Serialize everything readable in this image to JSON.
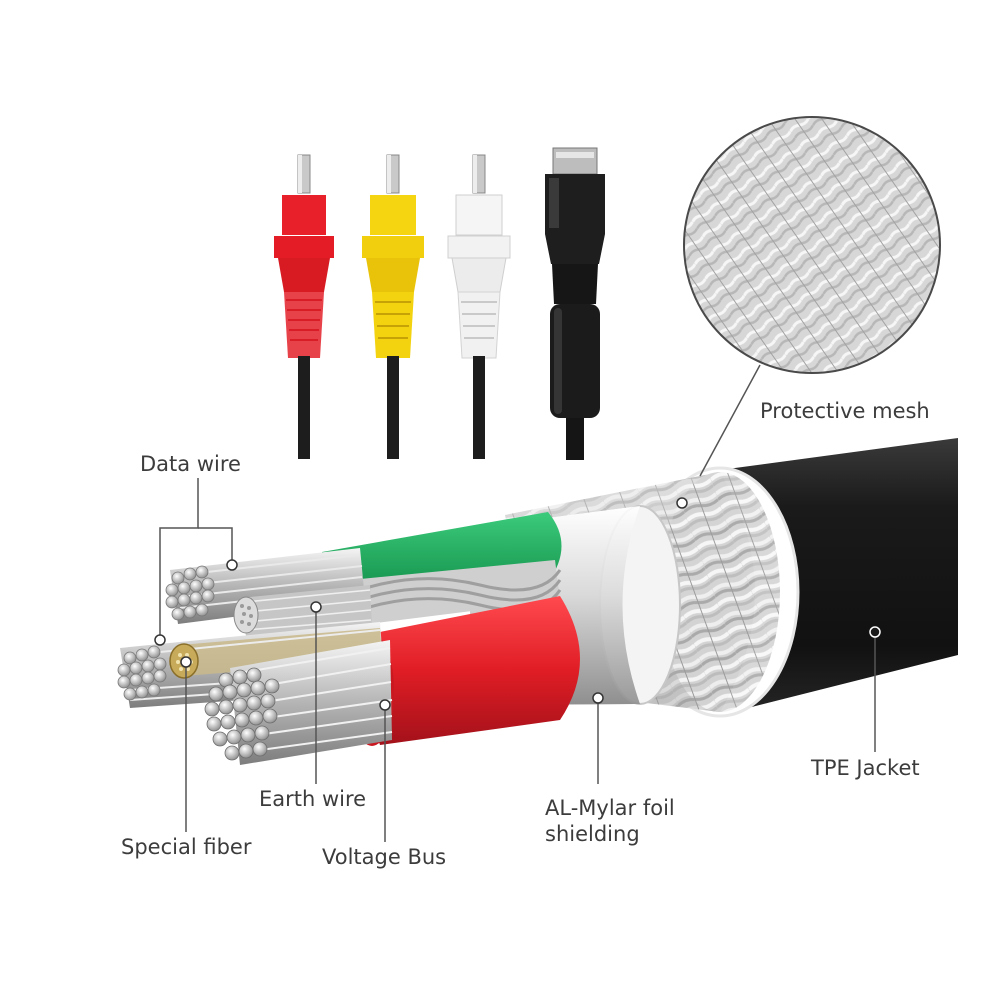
{
  "labels": {
    "protective_mesh": "Protective mesh",
    "data_wire": "Data wire",
    "tpe_jacket": "TPE Jacket",
    "earth_wire": "Earth wire",
    "foil_line1": "AL-Mylar foil",
    "foil_line2": "shielding",
    "special_fiber": "Special fiber",
    "voltage_bus": "Voltage Bus"
  },
  "plugs": [
    {
      "name": "red-rca-plug",
      "color": "#e8202a"
    },
    {
      "name": "yellow-rca-plug",
      "color": "#f5d511"
    },
    {
      "name": "white-rca-plug",
      "color": "#f4f4f4"
    },
    {
      "name": "multi-av-connector",
      "color": "#1a1a1a"
    }
  ],
  "colors": {
    "jacket": "#1b1b1b",
    "green_insulation": "#17a65a",
    "red_insulation": "#e01d25",
    "mesh": "#d8d8d8",
    "leader_line": "#555555"
  }
}
